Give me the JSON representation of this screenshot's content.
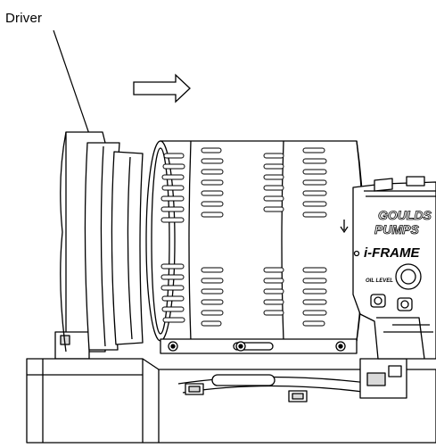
{
  "labels": {
    "driver": "Driver"
  },
  "pump_brand": {
    "line1": "GOULDS",
    "line2": "PUMPS",
    "frame": "i-FRAME",
    "oil_level": "OIL LEVEL"
  },
  "colors": {
    "ink": "#000000",
    "paper": "#ffffff",
    "shade": "#d9d9d9"
  },
  "icons": {
    "direction": "arrow-right-outline-icon",
    "rotation": "arrow-down-icon"
  }
}
